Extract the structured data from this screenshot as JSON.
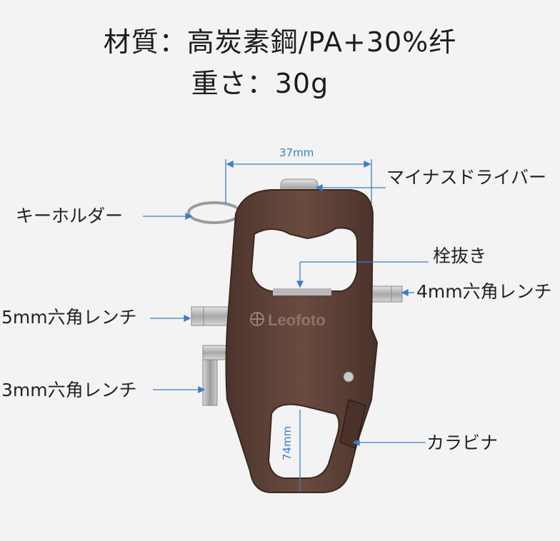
{
  "header": {
    "material_line": "材質：高炭素鋼/PA+30%纤",
    "weight_line": "重さ：30g"
  },
  "dimensions": {
    "width": "37mm",
    "height": "74mm"
  },
  "product": {
    "brand": "Leofoto"
  },
  "callouts": {
    "screwdriver": "マイナスドライバー",
    "key_holder": "キーホルダー",
    "pin_remover": "栓抜き",
    "hex_4mm": "4mm六角レンチ",
    "hex_5mm": "5mm六角レンチ",
    "hex_3mm": "3mm六角レンチ",
    "carabiner": "カラビナ"
  },
  "colors": {
    "body": "#5b3f35",
    "accent_line": "#3a7fc4",
    "metal": "#c9c9c9"
  }
}
